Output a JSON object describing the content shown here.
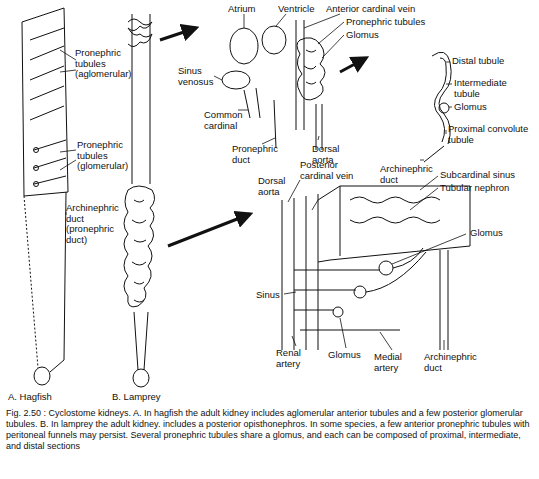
{
  "diagram": {
    "caption": "Fig. 2.50 : Cyclostome kidneys. A. In hagfish the adult kidney includes aglomerular anterior tubules and a few posterior glomerular tubules. B. In lamprey the adult kidney. includes a posterior opisthonephros. In some species, a few anterior pronephric tubules with peritoneal funnels may persist. Several pronephric tubules share a glomus, and each can be composed of proximal, intermediate, and distal sections",
    "labels": [
      "Pronephric tubules (aglomerular)",
      "Pronephric tubules (glomerular)",
      "Archinephric duct (pronephric duct)",
      "A. Hagfish",
      "B. Lamprey",
      "Atrium",
      "Ventricle",
      "Anterior cardinal vein",
      "Pronephric tubules",
      "Glomus",
      "Sinus venosus",
      "Common cardinal",
      "Pronephric duct",
      "Dorsal aorta",
      "Distal tubule",
      "Intermediate tubule",
      "Glomus",
      "Proximal convolute tubule",
      "Archinephric duct",
      "Posterior cardinal vein",
      "Dorsal aorta",
      "Subcardinal sinus",
      "Tubular nephron",
      "Glomus",
      "Sinus",
      "Renal artery",
      "Glomus",
      "Medial artery",
      "Archinephric duct"
    ]
  }
}
